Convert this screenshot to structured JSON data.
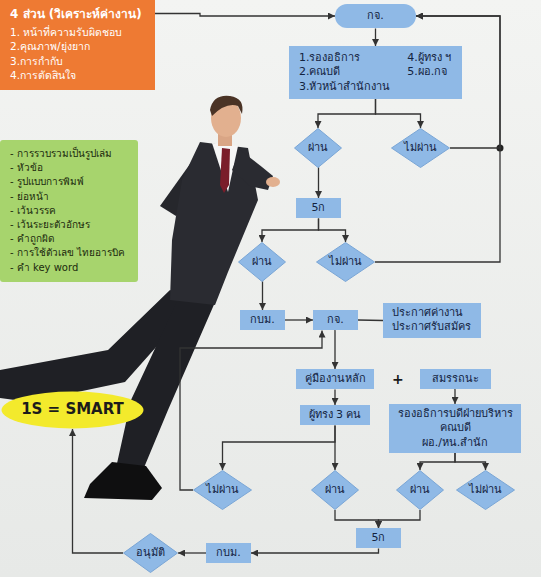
{
  "diagram": {
    "nodes": [
      {
        "text": [
          "4 ส่วน (วิเคราะห์ค่างาน)",
          "1. หน้าที่ความรับผิดชอบ",
          "2.คุณภาพ/ยุ่งยาก",
          "3.การกำกับ",
          "4.การตัดสินใจ"
        ]
      },
      {
        "text": [
          "กจ."
        ]
      },
      {
        "text": [
          "1.รองอธิการ",
          "2.คณบดี",
          "3.หัวหน้าสำนักงาน",
          "4.ผู้ทรง ฯ",
          "5.ผอ.กจ"
        ]
      },
      {
        "text": [
          "- การรวบรวมเป็นรูปเล่ม",
          "- หัวข้อ",
          "- รูปแบบการพิมพ์",
          "- ย่อหน้า",
          "- เว้นวรรค",
          "- เว้นระยะตัวอักษร",
          "- คำถูกผิด",
          "- การใช้ตัวเลข ไทยอารบิค",
          "- คำ key word"
        ]
      },
      {
        "text": [
          "ผ่าน"
        ]
      },
      {
        "text": [
          "ไม่ผ่าน"
        ]
      },
      {
        "text": [
          "5ก"
        ]
      },
      {
        "text": [
          "ผ่าน"
        ]
      },
      {
        "text": [
          "ไม่ผ่าน"
        ]
      },
      {
        "text": [
          "กบม."
        ]
      },
      {
        "text": [
          "กจ."
        ]
      },
      {
        "text": [
          "ประกาศค่างาน",
          "ประกาศรับสมัคร"
        ]
      },
      {
        "text": [
          "คู่มืองานหลัก"
        ]
      },
      {
        "text": [
          "สมรรถนะ"
        ]
      },
      {
        "text": [
          "1S = SMART"
        ]
      },
      {
        "text": [
          "ผู้ทรง 3 คน"
        ]
      },
      {
        "text": [
          "รองอธิการบดีฝ่ายบริหาร",
          "คณบดี",
          "ผอ./หน.สำนัก"
        ]
      },
      {
        "text": [
          "ไม่ผ่าน"
        ]
      },
      {
        "text": [
          "ผ่าน"
        ]
      },
      {
        "text": [
          "ผ่าน"
        ]
      },
      {
        "text": [
          "ไม่ผ่าน"
        ]
      },
      {
        "text": [
          "5ก"
        ]
      },
      {
        "text": [
          "อนุมัติ"
        ]
      },
      {
        "text": [
          "กบม."
        ]
      }
    ],
    "edges": [
      {
        "from": 0,
        "to": 1,
        "arrow": "to"
      },
      {
        "from": 1,
        "to": 2,
        "arrow": "to"
      },
      {
        "from": 2,
        "to": 4,
        "arrow": "to"
      },
      {
        "from": 2,
        "to": 5,
        "arrow": "to"
      },
      {
        "from": 5,
        "to": 1,
        "arrow": "to"
      },
      {
        "from": 4,
        "to": 6,
        "arrow": "to"
      },
      {
        "from": 6,
        "to": 7,
        "arrow": "to"
      },
      {
        "from": 6,
        "to": 8,
        "arrow": "to"
      },
      {
        "from": 8,
        "to": 1,
        "arrow": "to"
      },
      {
        "from": 7,
        "to": 9,
        "arrow": "to"
      },
      {
        "from": 9,
        "to": 10,
        "arrow": "to"
      },
      {
        "from": 10,
        "to": 11,
        "arrow": "none"
      },
      {
        "from": 10,
        "to": 12,
        "arrow": "to"
      },
      {
        "from": 12,
        "to": 15,
        "arrow": "to"
      },
      {
        "from": 13,
        "to": 16,
        "arrow": "to"
      },
      {
        "from": 15,
        "to": 17,
        "arrow": "to"
      },
      {
        "from": 15,
        "to": 18,
        "arrow": "to"
      },
      {
        "from": 16,
        "to": 19,
        "arrow": "to"
      },
      {
        "from": 16,
        "to": 20,
        "arrow": "to"
      },
      {
        "from": 18,
        "to": 21,
        "arrow": "to"
      },
      {
        "from": 19,
        "to": 21,
        "arrow": "to"
      },
      {
        "from": 17,
        "to": 10,
        "arrow": "to"
      },
      {
        "from": 21,
        "to": 23,
        "arrow": "to"
      },
      {
        "from": 23,
        "to": 22,
        "arrow": "to"
      },
      {
        "from": 22,
        "to": 14,
        "arrow": "to"
      }
    ],
    "labels": [
      "+"
    ]
  }
}
